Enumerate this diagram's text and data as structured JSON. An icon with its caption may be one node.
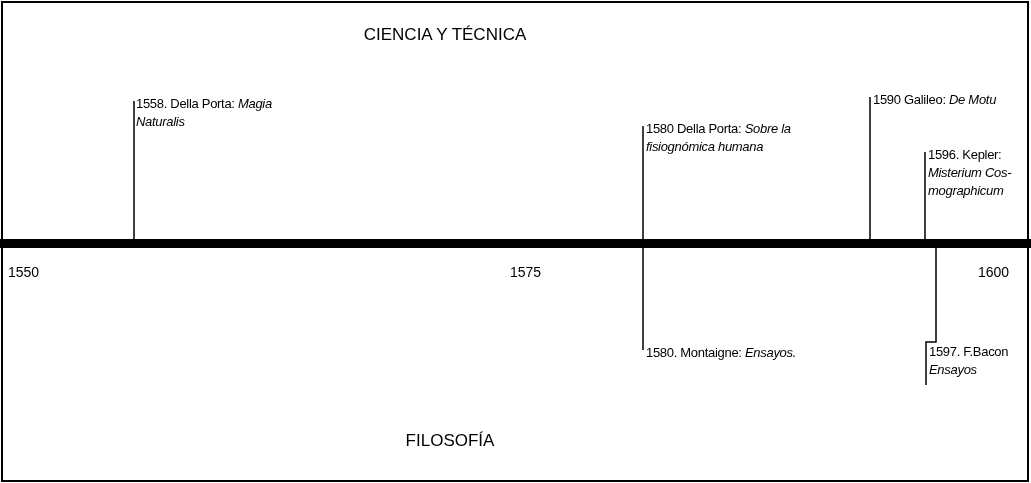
{
  "diagram": {
    "nodes": [
      {
        "text": [],
        "shape": "bar"
      },
      {
        "text": [
          "1558. Della Porta: *Magia Naturalis*"
        ]
      },
      {
        "text": [
          "1580 Della Porta: *Sobre la fisiognómica humana*"
        ]
      },
      {
        "text": [
          "1590 Galileo: *De Motu*"
        ]
      },
      {
        "text": [
          "1596. Kepler: *Misterium Cos-mographicum*"
        ]
      },
      {
        "text": [
          "1580. Montaigne: *Ensayos.*"
        ]
      },
      {
        "text": [
          "1597. F.Bacon *Ensayos*"
        ]
      }
    ],
    "edges": [
      {
        "from": 1,
        "to": 0,
        "arrow": "none"
      },
      {
        "from": 2,
        "to": 0,
        "arrow": "none"
      },
      {
        "from": 3,
        "to": 0,
        "arrow": "none"
      },
      {
        "from": 4,
        "to": 0,
        "arrow": "none"
      },
      {
        "from": 5,
        "to": 0,
        "arrow": "none"
      },
      {
        "from": 6,
        "to": 0,
        "arrow": "none"
      }
    ],
    "labels": [
      "CIENCIA Y TÉCNICA",
      "1550",
      "1575",
      "1600",
      "FILOSOFÍA"
    ]
  }
}
